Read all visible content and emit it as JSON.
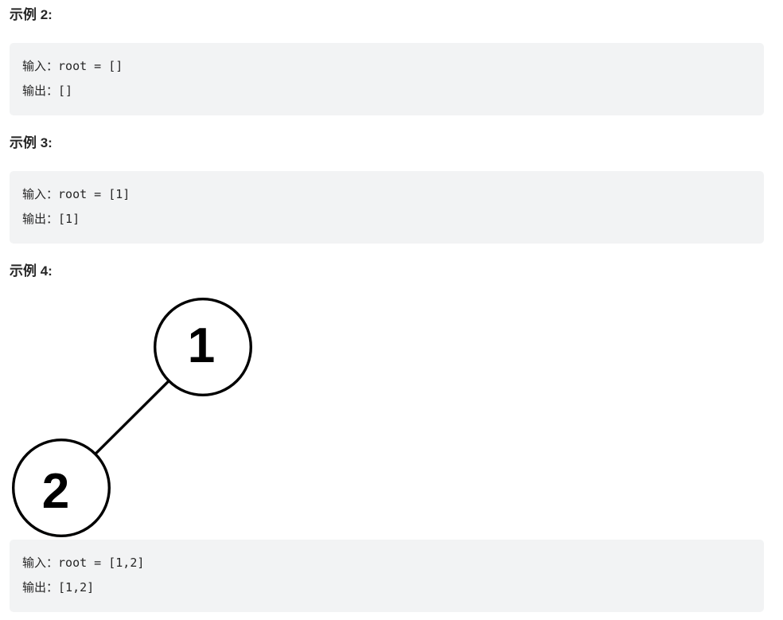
{
  "colors": {
    "page_bg": "#ffffff",
    "code_block_bg": "#f2f3f4",
    "text": "#262626",
    "node_stroke": "#000000",
    "node_fill": "#ffffff",
    "node_text": "#000000"
  },
  "sections": [
    {
      "heading": "示例 2:",
      "lines": [
        {
          "label": "输入：",
          "value": "root = []"
        },
        {
          "label": "输出：",
          "value": "[]"
        }
      ]
    },
    {
      "heading": "示例 3:",
      "lines": [
        {
          "label": "输入：",
          "value": "root = [1]"
        },
        {
          "label": "输出：",
          "value": "[1]"
        }
      ]
    },
    {
      "heading": "示例 4:",
      "lines": [
        {
          "label": "输入：",
          "value": "root = [1,2]"
        },
        {
          "label": "输出：",
          "value": "[1,2]"
        }
      ]
    }
  ],
  "tree": {
    "nodes": [
      {
        "value": "1"
      },
      {
        "value": "2"
      }
    ],
    "edges": [
      "1-2"
    ]
  }
}
